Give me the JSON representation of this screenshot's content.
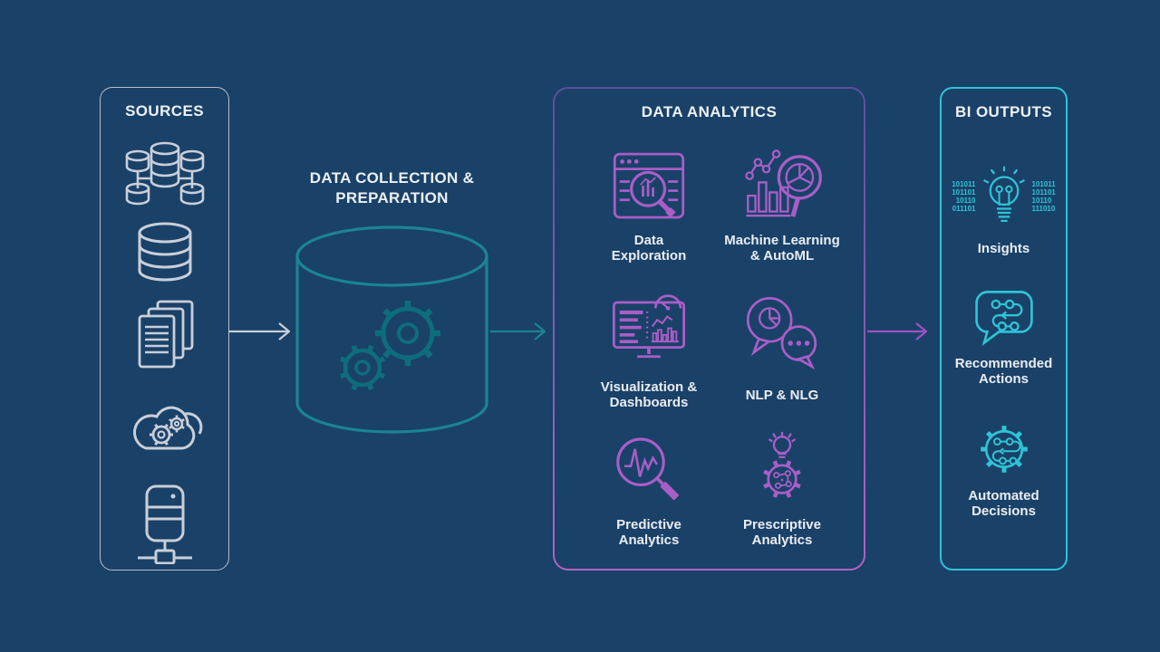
{
  "colors": {
    "background": "#1a4168",
    "sources_stroke": "#c9cfd9",
    "teal": "#1b8494",
    "teal_dark": "#0e6d7d",
    "purple": "#a85ec6",
    "purple_gradient_top": "#5d5099",
    "purple_gradient_bottom": "#b263c3",
    "cyan": "#2fc4d5",
    "text": "#edf1f6"
  },
  "sources": {
    "title": "SOURCES",
    "items": [
      {
        "icon": "database-cluster-icon"
      },
      {
        "icon": "database-icon"
      },
      {
        "icon": "documents-icon"
      },
      {
        "icon": "cloud-processing-icon"
      },
      {
        "icon": "networked-server-icon"
      }
    ]
  },
  "collection": {
    "title": "DATA COLLECTION &\nPREPARATION",
    "icon": "data-store-gears-cylinder-icon"
  },
  "analytics": {
    "title": "DATA ANALYTICS",
    "items": [
      {
        "label": "Data\nExploration",
        "icon": "data-exploration-icon"
      },
      {
        "label": "Machine Learning\n& AutoML",
        "icon": "machine-learning-automl-icon"
      },
      {
        "label": "Visualization &\nDashboards",
        "icon": "visualization-dashboards-icon"
      },
      {
        "label": "NLP & NLG",
        "icon": "nlp-nlg-icon"
      },
      {
        "label": "Predictive\nAnalytics",
        "icon": "predictive-analytics-icon"
      },
      {
        "label": "Prescriptive\nAnalytics",
        "icon": "prescriptive-analytics-icon"
      }
    ]
  },
  "bi_outputs": {
    "title": "BI OUTPUTS",
    "items": [
      {
        "label": "Insights",
        "icon": "insights-lightbulb-icon",
        "binary_left": [
          "101011",
          "101101",
          "10110",
          "011101"
        ],
        "binary_right": [
          "101011",
          "101101",
          "10110",
          "111010"
        ]
      },
      {
        "label": "Recommended\nActions",
        "icon": "recommended-actions-icon"
      },
      {
        "label": "Automated\nDecisions",
        "icon": "automated-decisions-icon"
      }
    ]
  }
}
